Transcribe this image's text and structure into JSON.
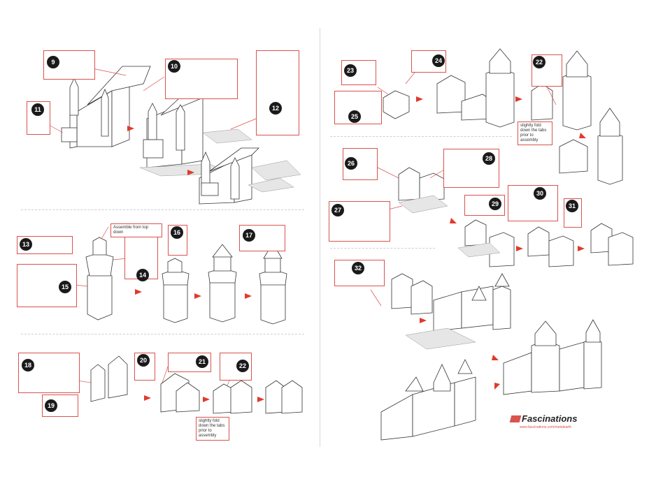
{
  "steps": {
    "s9": "9",
    "s10": "10",
    "s11": "11",
    "s12": "12",
    "s13": "13",
    "s14": "14",
    "s15": "15",
    "s16": "16",
    "s17": "17",
    "s18": "18",
    "s19": "19",
    "s20": "20",
    "s21": "21",
    "s22a": "22",
    "s22b": "22",
    "s23": "23",
    "s24": "24",
    "s25": "25",
    "s26": "26",
    "s27": "27",
    "s28": "28",
    "s29": "29",
    "s30": "30",
    "s31": "31",
    "s32": "32"
  },
  "notes": {
    "top_down": "Assemble from top down",
    "fold_left": "slightly fold down the tabs prior to assembly",
    "fold_right": "slightly fold down the tabs prior to assembly"
  },
  "brand": {
    "name": "Fascinations",
    "url": "www.fascinations.com/metalearth",
    "accent": "#d9534f",
    "arrow": "#e03a2b"
  }
}
